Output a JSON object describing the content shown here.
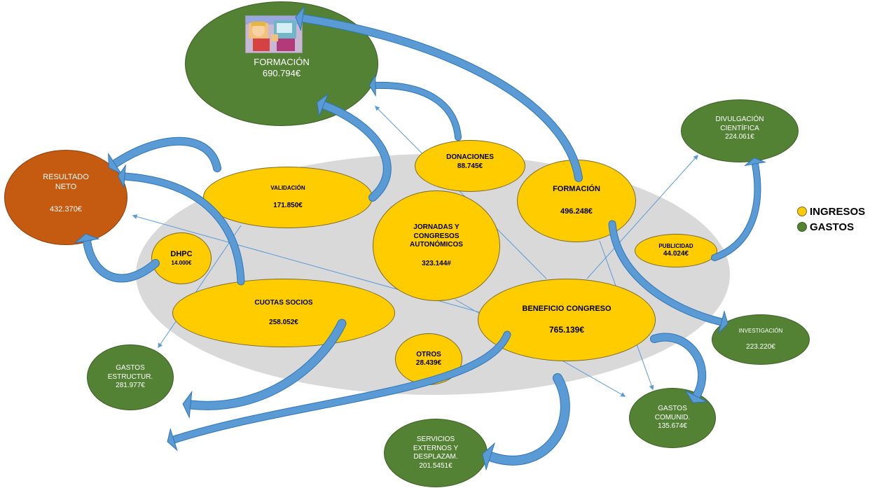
{
  "colors": {
    "ingresos": "#ffcc00",
    "gastos": "#548235",
    "resultado": "#c55a11",
    "background_ellipse": "#d9d9d9",
    "arrow": "#5b9bd5"
  },
  "legend": {
    "ingresos": "INGRESOS",
    "gastos": "GASTOS"
  },
  "ingresos": {
    "validacion": {
      "label": "VALIDACIÓN",
      "value": "171.850€"
    },
    "donaciones": {
      "label": "DONACIONES",
      "value": "88.745€"
    },
    "formacion": {
      "label": "FORMACIÓN",
      "value": "496.248€"
    },
    "jornadas": {
      "label_1": "JORNADAS Y",
      "label_2": "CONGRESOS",
      "label_3": "AUTONÓMICOS",
      "value": "323.144#"
    },
    "dhpc": {
      "label": "DHPC",
      "value": "14.000€"
    },
    "publicidad": {
      "label": "PUBLICIDAD",
      "value": "44.024€"
    },
    "cuotas": {
      "label": "CUOTAS SOCIOS",
      "value": "258.052€"
    },
    "beneficio": {
      "label": "BENEFICIO CONGRESO",
      "value": "765.139€"
    },
    "otros": {
      "label": "OTROS",
      "value": "28.439€"
    }
  },
  "gastos": {
    "formacion": {
      "label": "FORMACIÓN",
      "value": "690.794€",
      "image": "cartoon-thumbnail"
    },
    "divulgacion": {
      "label_1": "DIVULGACIÓN",
      "label_2": "CIENTÍFICA",
      "value": "224.061€"
    },
    "investigacion": {
      "label": "INVESTIGACIÓN",
      "value": "223.220€"
    },
    "comunid": {
      "label_1": "GASTOS",
      "label_2": "COMUNID.",
      "value": "135.674€"
    },
    "servicios": {
      "label_1": "SERVICIOS",
      "label_2": "EXTERNOS Y",
      "label_3": "DESPLAZAM.",
      "value": "201.5451€"
    },
    "estructura": {
      "label_1": "GASTOS",
      "label_2": "ESTRUCTUR.",
      "value": "281.977€"
    }
  },
  "resultado": {
    "label_1": "RESULTADO",
    "label_2": "NETO",
    "value": "432.370€"
  }
}
